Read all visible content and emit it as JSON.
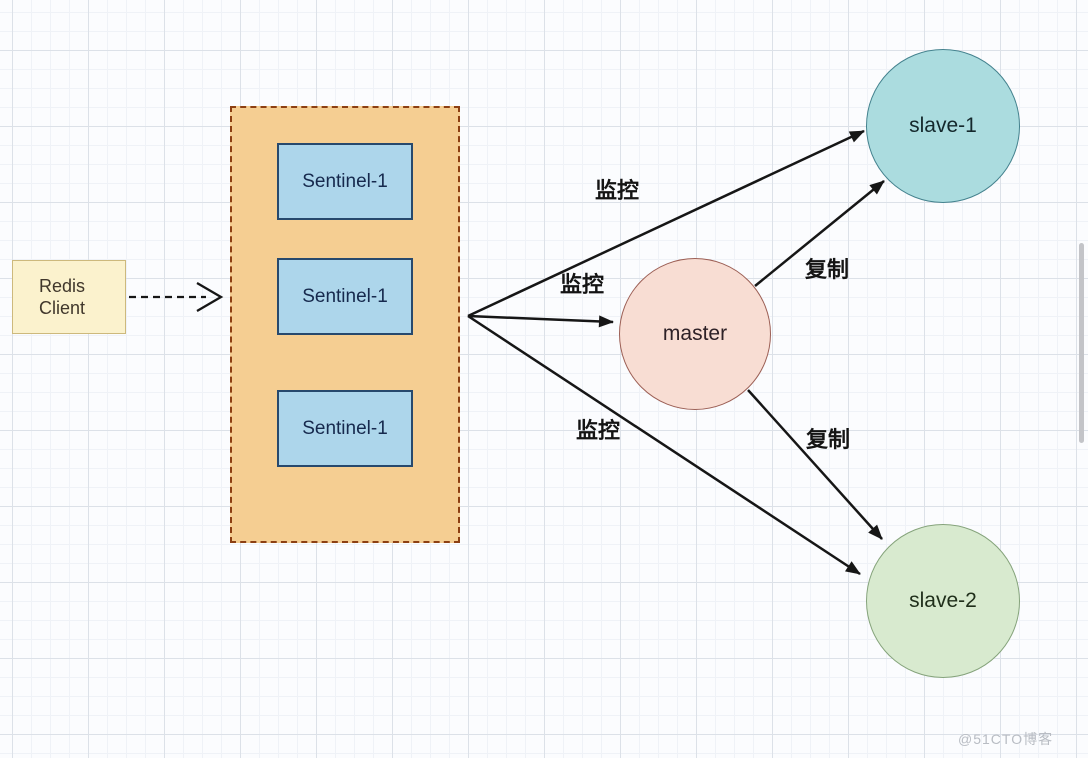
{
  "nodes": {
    "redis_client": {
      "line1": "Redis",
      "line2": "Client"
    },
    "sentinels": [
      {
        "label": "Sentinel-1"
      },
      {
        "label": "Sentinel-1"
      },
      {
        "label": "Sentinel-1"
      }
    ],
    "master": {
      "label": "master"
    },
    "slave1": {
      "label": "slave-1"
    },
    "slave2": {
      "label": "slave-2"
    }
  },
  "edges": [
    {
      "from": "sentinel-group",
      "to": "slave-1",
      "label": "监控"
    },
    {
      "from": "sentinel-group",
      "to": "master",
      "label": "监控"
    },
    {
      "from": "sentinel-group",
      "to": "slave-2",
      "label": "监控"
    },
    {
      "from": "master",
      "to": "slave-1",
      "label": "复制"
    },
    {
      "from": "master",
      "to": "slave-2",
      "label": "复制"
    },
    {
      "from": "redis-client",
      "to": "sentinel-group",
      "label": ""
    }
  ],
  "watermark": {
    "text": "@51CTO博客"
  },
  "colors": {
    "canvas_bg": "#fbfcfe",
    "grid_major": "#dce1e8",
    "grid_minor": "#eff2f7",
    "client_fill": "#fbf2cd",
    "client_border": "#cdb97c",
    "group_fill": "#f5ce92",
    "group_border": "#8c3f12",
    "sentinel_fill": "#add6eb",
    "sentinel_border": "#27496d",
    "master_fill": "#f8ddd3",
    "master_border": "#9c5f55",
    "slave1_fill": "#abdcdf",
    "slave1_border": "#44828e",
    "slave2_fill": "#d8eacf",
    "slave2_border": "#85a37b",
    "arrow": "#161616",
    "watermark": "#b8bcc3"
  }
}
